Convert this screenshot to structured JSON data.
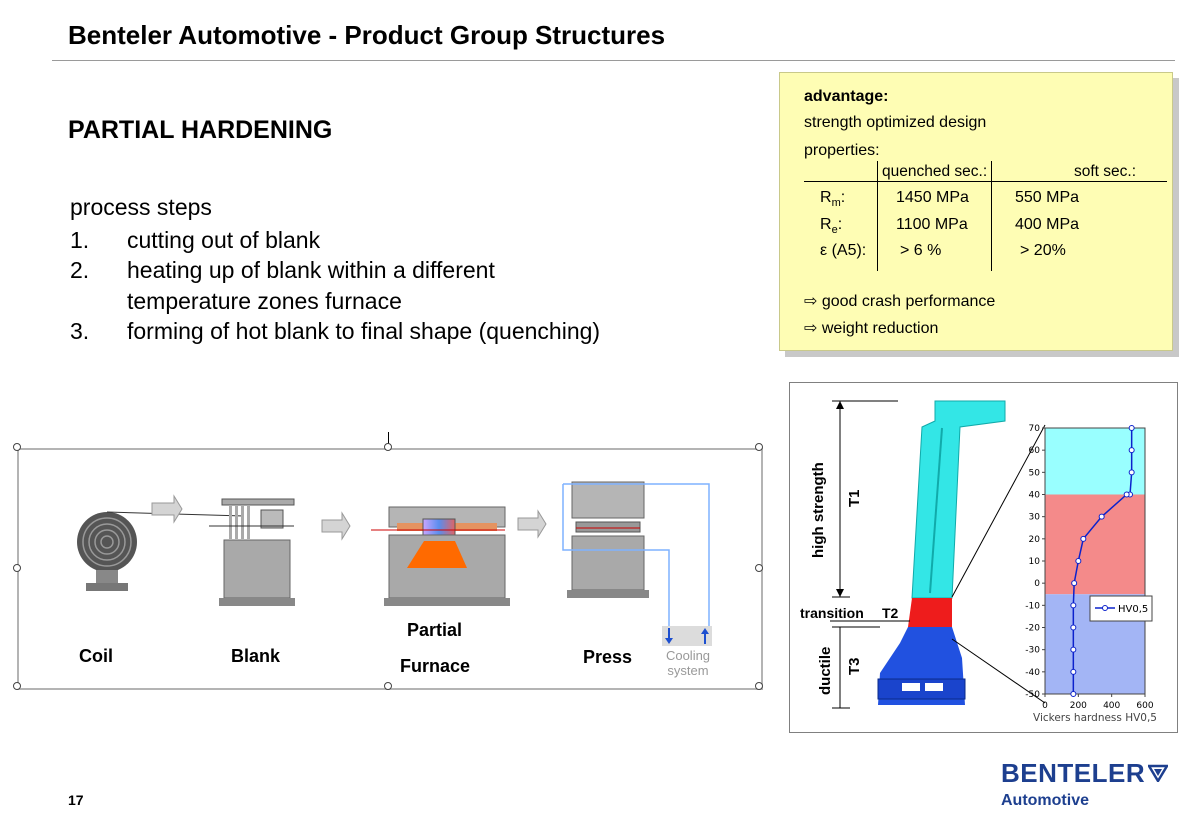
{
  "header": {
    "title": "Benteler Automotive - Product Group Structures"
  },
  "section": {
    "heading": "PARTIAL HARDENING"
  },
  "process": {
    "intro": "process steps",
    "steps": [
      {
        "num": "1.",
        "text": "cutting out of blank"
      },
      {
        "num": "2.",
        "text": "heating up of blank within a different temperature zones furnace"
      },
      {
        "num": "3.",
        "text": "forming of hot blank to final shape (quenching)"
      }
    ]
  },
  "advantage_box": {
    "advantage_label": "advantage:",
    "advantage_text": "strength optimized design",
    "properties_label": "properties:",
    "col_quenched": "quenched sec.:",
    "col_soft": "soft sec.:",
    "rows": [
      {
        "sym": "R",
        "sub": "m",
        "suffix": ":",
        "quenched": "1450 MPa",
        "soft": "550 MPa"
      },
      {
        "sym": "R",
        "sub": "e",
        "suffix": ":",
        "quenched": "1100 MPa",
        "soft": "400 MPa"
      },
      {
        "sym": "ε (A5):",
        "sub": "",
        "suffix": "",
        "quenched": "> 6 %",
        "soft": "> 20%"
      }
    ],
    "benefits": [
      "good crash performance",
      "weight reduction"
    ],
    "arrow_glyph": "⇨"
  },
  "process_diagram": {
    "labels": {
      "coil": "Coil",
      "blank": "Blank",
      "furnace_line1": "Partial",
      "furnace_line2": "Furnace",
      "press": "Press",
      "cooling_line1": "Cooling",
      "cooling_line2": "system"
    }
  },
  "hardness_figure": {
    "zone_labels": {
      "high_strength": "high strength",
      "t1": "T1",
      "transition": "transition",
      "t2": "T2",
      "ductile": "ductile",
      "t3": "T3"
    },
    "chart_data": {
      "type": "line",
      "series": [
        {
          "name": "HV0,5",
          "x": [
            520,
            520,
            520,
            510,
            490,
            340,
            230,
            200,
            175,
            170,
            170,
            170,
            170,
            170
          ],
          "y": [
            70,
            60,
            50,
            40,
            40,
            30,
            20,
            10,
            0,
            -10,
            -20,
            -30,
            -40,
            -50
          ]
        }
      ],
      "xlabel": "Vickers hardness HV0,5",
      "ylabel": "",
      "xlim": [
        0,
        600
      ],
      "ylim": [
        -50,
        70
      ],
      "xticks": [
        0,
        200,
        400,
        600
      ],
      "yticks": [
        70,
        60,
        50,
        40,
        30,
        20,
        10,
        0,
        -10,
        -20,
        -30,
        -40,
        -50
      ],
      "bands": [
        {
          "from": 40,
          "to": 70,
          "color": "#99ffff"
        },
        {
          "from": -5,
          "to": 40,
          "color": "#f48a8a"
        },
        {
          "from": -50,
          "to": -5,
          "color": "#a3b5f5"
        }
      ],
      "legend": "right",
      "grid": false
    }
  },
  "footer": {
    "page_number": "17",
    "brand": "BENTELER",
    "brand_sub": "Automotive"
  },
  "colors": {
    "brand_blue": "#1d3f8f",
    "note_bg": "#fefdb4",
    "band_cyan": "#99ffff",
    "band_red": "#f48a8a",
    "band_blue": "#a3b5f5"
  }
}
